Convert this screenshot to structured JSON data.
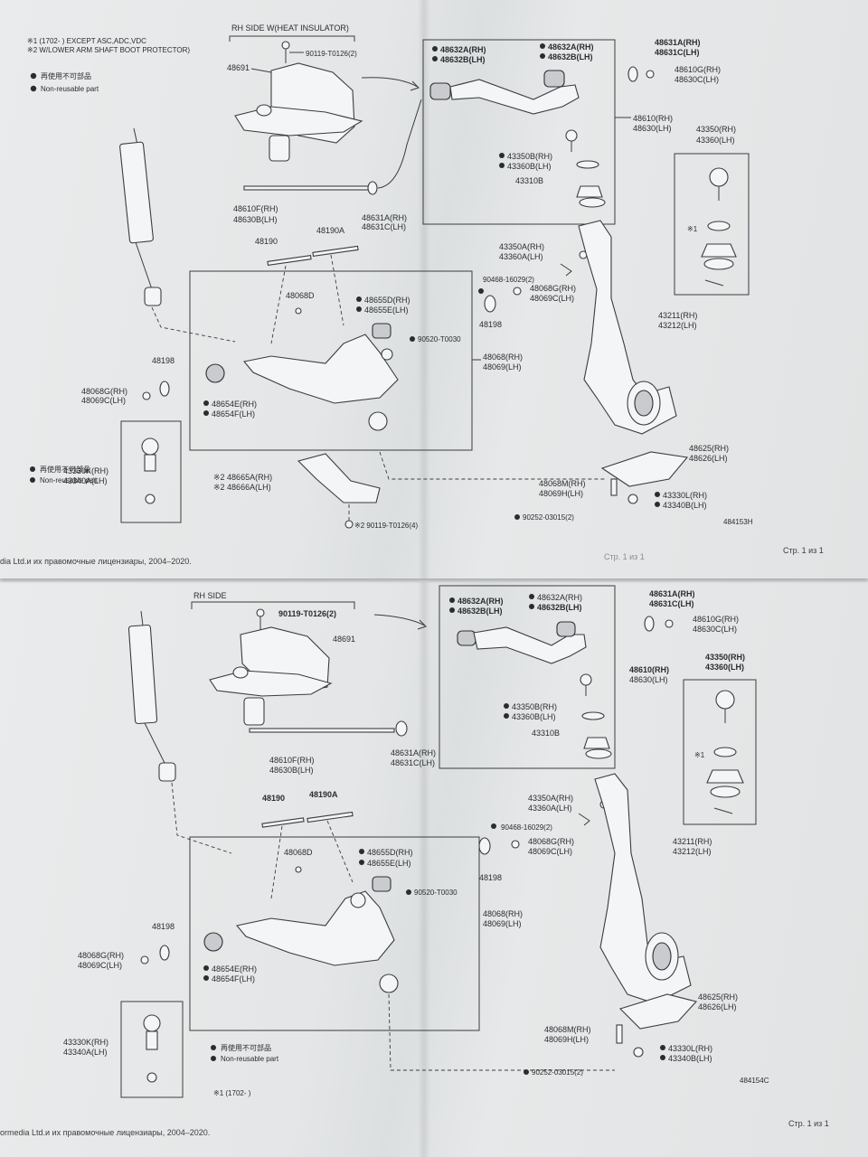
{
  "sheet1": {
    "notes": {
      "n1": "※1 (1702-      ) EXCEPT ASC,ADC,VDC",
      "n2": "※2 W/LOWER ARM SHAFT BOOT PROTECTOR)",
      "legend_cn": "再使用不可部品",
      "legend_en": "Non-reusable part"
    },
    "rh_side": "RH SIDE W(HEAT INSULATOR)",
    "labels": {
      "p90119_2": "90119-T0126(2)",
      "p48691": "48691",
      "p48632a_a": "48632A(RH)",
      "p48632b_a": "48632B(LH)",
      "p48632a_b": "48632A(RH)",
      "p48632b_b": "48632B(LH)",
      "p48631a": "48631A(RH)",
      "p48631c": "48631C(LH)",
      "p48610g": "48610G(RH)",
      "p48630c": "48630C(LH)",
      "p48610": "48610(RH)",
      "p48630": "48630(LH)",
      "p43350b": "43350B(RH)",
      "p43360b": "43360B(LH)",
      "p43310b": "43310B",
      "p43350": "43350(RH)",
      "p43360": "43360(LH)",
      "p_x1": "※1",
      "p48610f": "48610F(RH)",
      "p48630b": "48630B(LH)",
      "p48631a2": "48631A(RH)",
      "p48631c2": "48631C(LH)",
      "p48190": "48190",
      "p48190a": "48190A",
      "p43350a": "43350A(RH)",
      "p43360a": "43360A(LH)",
      "p90468": "90468-16029(2)",
      "p48068g_r": "48068G(RH)",
      "p48069c_r": "48069C(LH)",
      "p48068d": "48068D",
      "p48655d": "48655D(RH)",
      "p48655e": "48655E(LH)",
      "p48198_r": "48198",
      "p43211": "43211(RH)",
      "p43212": "43212(LH)",
      "p90520": "90520-T0030",
      "p48068": "48068(RH)",
      "p48069": "48069(LH)",
      "p48198_l": "48198",
      "p48068g_l": "48068G(RH)",
      "p48069c_l": "48069C(LH)",
      "p48654e": "48654E(RH)",
      "p48654f": "48654F(LH)",
      "p43330k": "43330K(RH)",
      "p43340a": "43340A(LH)",
      "p48665a": "※2 48665A(RH)",
      "p48666a": "※2 48666A(LH)",
      "p90119_4": "※2 90119-T0126(4)",
      "p48625": "48625(RH)",
      "p48626": "48626(LH)",
      "p48068m": "48068M(RH)",
      "p48069h": "48069H(LH)",
      "p43330l": "43330L(RH)",
      "p43340b": "43340B(LH)",
      "p90252": "90252-03015(2)",
      "fig_id": "484153H"
    },
    "footer_left": "dia Ltd.и их правомочные лицензиары, 2004–2020.",
    "footer_mid": "Стр. 1 из 1",
    "footer_right": "Стр. 1 из 1"
  },
  "sheet2": {
    "rh_side": "RH SIDE",
    "labels": {
      "p90119_2": "90119-T0126(2)",
      "p48691": "48691",
      "p48632a_a": "48632A(RH)",
      "p48632b_a": "48632B(LH)",
      "p48632a_b": "48632A(RH)",
      "p48632b_b": "48632B(LH)",
      "p48631a": "48631A(RH)",
      "p48631c": "48631C(LH)",
      "p48610g": "48610G(RH)",
      "p48630c": "48630C(LH)",
      "p48610": "48610(RH)",
      "p48630": "48630(LH)",
      "p43350": "43350(RH)",
      "p43360": "43360(LH)",
      "p43350b": "43350B(RH)",
      "p43360b": "43360B(LH)",
      "p43310b": "43310B",
      "p_x1": "※1",
      "p48610f": "48610F(RH)",
      "p48630b": "48630B(LH)",
      "p48631a2": "48631A(RH)",
      "p48631c2": "48631C(LH)",
      "p43350a": "43350A(RH)",
      "p43360a": "43360A(LH)",
      "p48190": "48190",
      "p48190a": "48190A",
      "p90468": "90468-16029(2)",
      "p43211": "43211(RH)",
      "p43212": "43212(LH)",
      "p48068d": "48068D",
      "p48655d": "48655D(RH)",
      "p48655e": "48655E(LH)",
      "p48068g_r": "48068G(RH)",
      "p48069c_r": "48069C(LH)",
      "p48198_r": "48198",
      "p90520": "90520-T0030",
      "p48068": "48068(RH)",
      "p48069": "48069(LH)",
      "p48198_l": "48198",
      "p48068g_l": "48068G(RH)",
      "p48069c_l": "48069C(LH)",
      "p48654e": "48654E(RH)",
      "p48654f": "48654F(LH)",
      "p43330k": "43330K(RH)",
      "p43340a": "43340A(LH)",
      "p48625": "48625(RH)",
      "p48626": "48626(LH)",
      "p48068m": "48068M(RH)",
      "p48069h": "48069H(LH)",
      "p43330l": "43330L(RH)",
      "p43340b": "43340B(LH)",
      "p90252": "90252-03015(2)",
      "fig_id": "484154C"
    },
    "notes": {
      "legend_cn": "再使用不可部品",
      "legend_en": "Non-reusable part",
      "n1": "※1 (1702-      )"
    },
    "footer_left": "ormedia Ltd.и их правомочные лицензиары, 2004–2020.",
    "footer_right": "Стр. 1 из 1"
  }
}
